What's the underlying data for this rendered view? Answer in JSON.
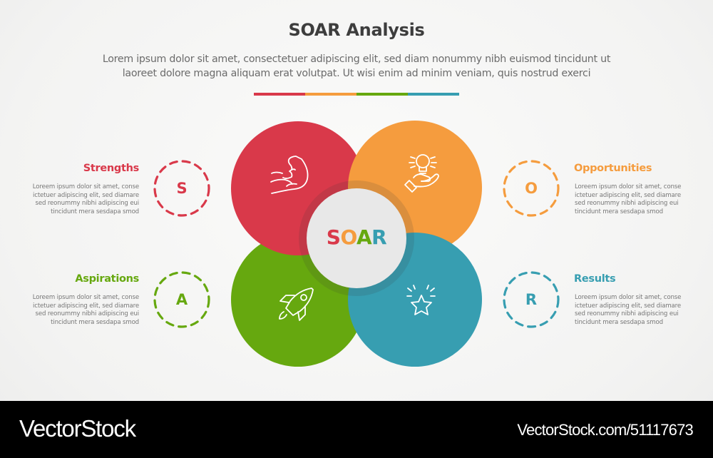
{
  "header": {
    "title": "SOAR Analysis",
    "subtitle_line1": "Lorem ipsum dolor sit amet, consectetuer adipiscing elit, sed diam nonummy nibh euismod tincidunt ut",
    "subtitle_line2": "laoreet dolore magna aliquam erat volutpat. Ut wisi enim ad minim veniam, quis nostrud exerci"
  },
  "colors": {
    "strengths": "#d9394a",
    "opportunities": "#f59c3e",
    "aspirations": "#66a80f",
    "results": "#379eb1",
    "center_fill": "#e8e8e8",
    "title_text": "#3d3d3d",
    "body_text": "#777777"
  },
  "center": {
    "letters": [
      "S",
      "O",
      "A",
      "R"
    ]
  },
  "quadrants": [
    {
      "key": "strengths",
      "title": "Strengths",
      "letter": "S",
      "icon": "flexed-bicep-icon",
      "text_lines": [
        "Loreem ipsum dolor sit amet, conse",
        "ictetuer adipiscing elit, sed diamare",
        "sed reonummy nibhi  adipiscing eui",
        "tincidunt mera sesdapa smod"
      ]
    },
    {
      "key": "opportunities",
      "title": "Opportunities",
      "letter": "O",
      "icon": "lightbulb-hand-icon",
      "text_lines": [
        "Loreem ipsum dolor sit amet, conse",
        "ictetuer adipiscing elit, sed diamare",
        "sed reonummy nibhi  adipiscing eui",
        "tincidunt mera sesdapa smod"
      ]
    },
    {
      "key": "aspirations",
      "title": "Aspirations",
      "letter": "A",
      "icon": "rocket-icon",
      "text_lines": [
        "Loreem ipsum dolor sit amet, conse",
        "ictetuer adipiscing elit, sed diamare",
        "sed reonummy nibhi  adipiscing eui",
        "tincidunt mera sesdapa smod"
      ]
    },
    {
      "key": "results",
      "title": "Results",
      "letter": "R",
      "icon": "shining-star-icon",
      "text_lines": [
        "Loreem ipsum dolor sit amet, conse",
        "ictetuer adipiscing elit, sed diamare",
        "sed reonummy nibhi  adipiscing eui",
        "tincidunt mera sesdapa smod"
      ]
    }
  ],
  "footer": {
    "brand": "VectorStock",
    "url": "VectorStock.com/51117673"
  }
}
